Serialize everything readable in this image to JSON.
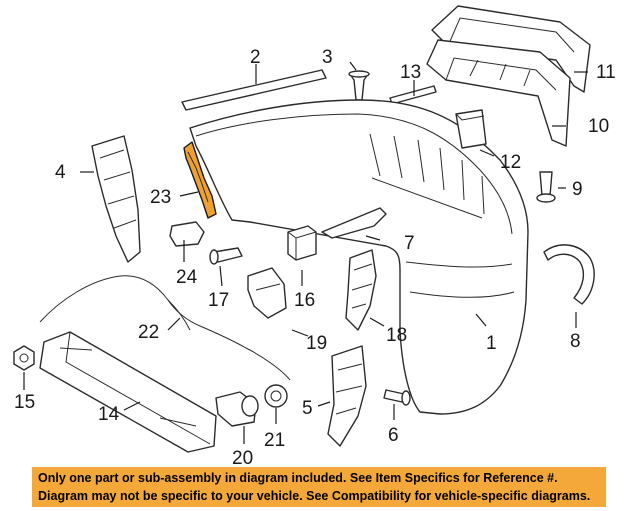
{
  "colors": {
    "highlight": "#f0a030",
    "banner": "#f4a83a"
  },
  "callouts": {
    "c1": "1",
    "c2": "2",
    "c3": "3",
    "c4": "4",
    "c5": "5",
    "c6": "6",
    "c7": "7",
    "c8": "8",
    "c9": "9",
    "c10": "10",
    "c11": "11",
    "c12": "12",
    "c13": "13",
    "c14": "14",
    "c15": "15",
    "c16": "16",
    "c17": "17",
    "c18": "18",
    "c19": "19",
    "c20": "20",
    "c21": "21",
    "c22": "22",
    "c23": "23",
    "c24": "24"
  },
  "disclaimer": {
    "line1": "Only one part or sub-assembly in diagram included. See Item Specifics for Reference #.",
    "line2": "Diagram may not be specific to your vehicle. See Compatibility for vehicle-specific diagrams."
  }
}
